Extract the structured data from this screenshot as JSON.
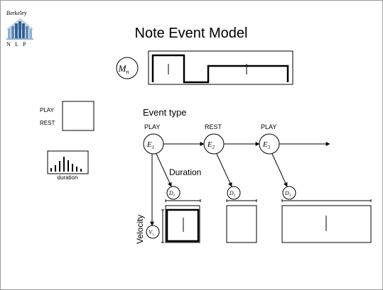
{
  "logo": {
    "top_text": "Berkeley",
    "bottom_text": "N L P",
    "colors": [
      "#8fb2d6",
      "#5d8ab8",
      "#2f5f93"
    ]
  },
  "title": "Note Event Model",
  "model_node": {
    "symbol": "M",
    "subscript": "n"
  },
  "legend": {
    "play_label": "PLAY",
    "rest_label": "REST",
    "duration_label": "duration"
  },
  "diagram": {
    "event_type_label": "Event type",
    "duration_label": "Duration",
    "velocity_label": "Velocity",
    "events": [
      {
        "type_label": "PLAY",
        "symbol": "E",
        "subscript": "1",
        "duration_symbol": "D",
        "duration_subscript": "1"
      },
      {
        "type_label": "REST",
        "symbol": "E",
        "subscript": "2",
        "duration_symbol": "D",
        "duration_subscript": "2"
      },
      {
        "type_label": "PLAY",
        "symbol": "E",
        "subscript": "3",
        "duration_symbol": "D",
        "duration_subscript": "3"
      }
    ],
    "velocity_node": {
      "symbol": "V",
      "subscript": "1"
    }
  }
}
